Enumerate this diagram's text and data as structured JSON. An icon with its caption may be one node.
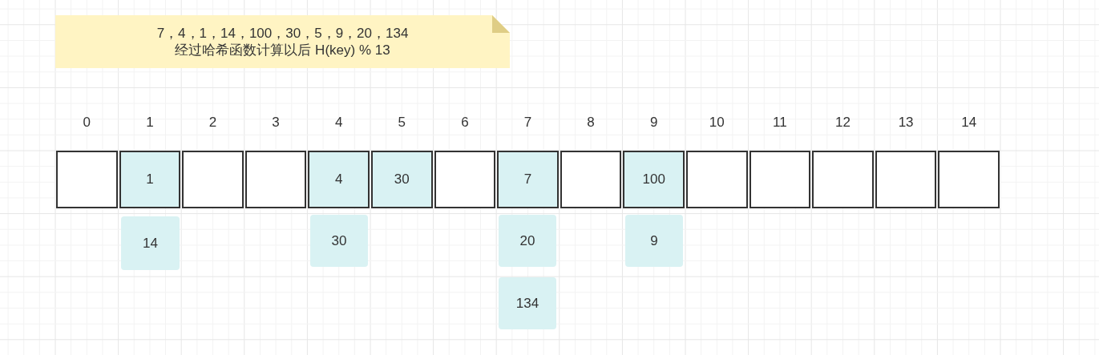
{
  "diagram": {
    "nodes": [
      {
        "text": [
          "7，4，1，14，100，30，5，9，20，134",
          "经过哈希函数计算以后 H(key) % 13"
        ]
      },
      {
        "text": [],
        "shape": "box",
        "beside": [
          "0"
        ]
      },
      {
        "text": [
          "1"
        ],
        "beside": [
          "1"
        ]
      },
      {
        "text": [],
        "shape": "box",
        "beside": [
          "2"
        ]
      },
      {
        "text": [],
        "shape": "box",
        "beside": [
          "3"
        ]
      },
      {
        "text": [
          "4"
        ],
        "beside": [
          "4"
        ]
      },
      {
        "text": [
          "30"
        ],
        "beside": [
          "5"
        ]
      },
      {
        "text": [],
        "shape": "box",
        "beside": [
          "6"
        ]
      },
      {
        "text": [
          "7"
        ],
        "beside": [
          "7"
        ]
      },
      {
        "text": [],
        "shape": "box",
        "beside": [
          "8"
        ]
      },
      {
        "text": [
          "100"
        ],
        "beside": [
          "9"
        ]
      },
      {
        "text": [],
        "shape": "box",
        "beside": [
          "10"
        ]
      },
      {
        "text": [],
        "shape": "box",
        "beside": [
          "11"
        ]
      },
      {
        "text": [],
        "shape": "box",
        "beside": [
          "12"
        ]
      },
      {
        "text": [],
        "shape": "box",
        "beside": [
          "13"
        ]
      },
      {
        "text": [],
        "shape": "box",
        "beside": [
          "14"
        ]
      },
      {
        "text": [
          "14"
        ]
      },
      {
        "text": [
          "30"
        ]
      },
      {
        "text": [
          "20"
        ]
      },
      {
        "text": [
          "9"
        ]
      },
      {
        "text": [
          "134"
        ]
      }
    ]
  }
}
